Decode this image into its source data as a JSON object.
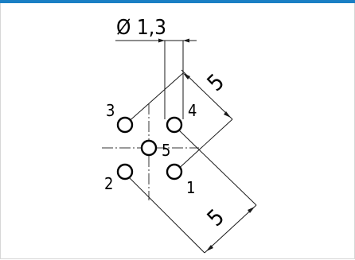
{
  "colors": {
    "accent_bar": "#1a7fc4",
    "line": "#1a1a1a",
    "border": "#d7d7d7"
  },
  "drawing": {
    "diameter_label": "Ø 1,3",
    "pitch_label_upper": "5",
    "pitch_label_lower": "5",
    "pins": [
      {
        "number": "1"
      },
      {
        "number": "2"
      },
      {
        "number": "3"
      },
      {
        "number": "4"
      },
      {
        "number": "5"
      }
    ]
  }
}
